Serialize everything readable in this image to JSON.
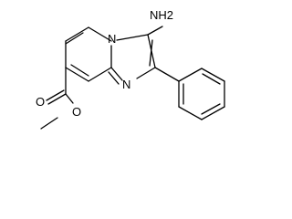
{
  "molecule": {
    "atom_labels": {
      "amino": "NH2",
      "bridge_nitrogen": "N",
      "ring_nitrogen": "N",
      "carbonyl_oxygen": "O",
      "ester_oxygen": "O"
    }
  },
  "colors": {
    "stroke": "#000000",
    "background": "#ffffff"
  }
}
